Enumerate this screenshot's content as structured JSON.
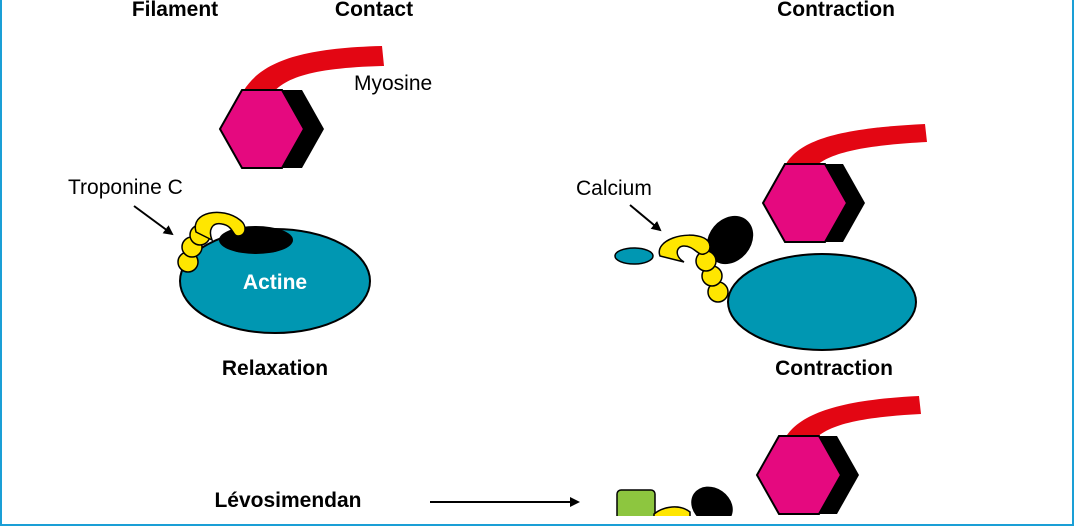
{
  "headers": {
    "filament": "Filament",
    "contact": "Contact",
    "contraction_top": "Contraction"
  },
  "labels": {
    "myosine": "Myosine",
    "troponine_c": "Troponine C",
    "actine": "Actine",
    "calcium": "Calcium",
    "relaxation": "Relaxation",
    "contraction": "Contraction",
    "levosimendan": "Lévosimendan"
  },
  "colors": {
    "border": "#1a9fd6",
    "myosin_head": "#e5097f",
    "myosin_tail": "#e30613",
    "actin": "#0097b2",
    "troponin": "#ffe600",
    "levosimendan": "#8dc63f",
    "calcium": "#0097b2",
    "shadow": "#000000"
  }
}
